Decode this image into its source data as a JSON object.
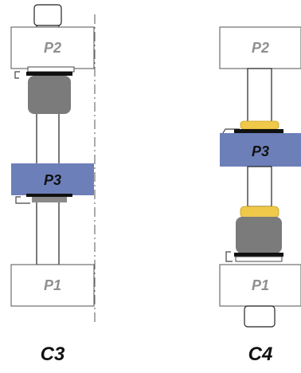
{
  "colors": {
    "plate_fill": "#ffffff",
    "plate_stroke": "#6f6f6f",
    "plate_text": "#8f8f8f",
    "p3_fill": "#6d7fb9",
    "p3_text": "#111111",
    "cylinder": "#7b7b7b",
    "band": "#111111",
    "gold": "#f0c94a",
    "rod_fill": "#ffffff",
    "rod_stroke": "#222222"
  },
  "icons": {
    "plate": "rectangular-plate",
    "rod": "vertical-rod",
    "connector": "gray-cylinder-connector",
    "knurled": "gold-knurled-collar",
    "guide": "dash-dot-guide-line"
  },
  "configurations": [
    {
      "id": "C3",
      "caption": "C3",
      "plates": {
        "top": "P2",
        "middle": "P3",
        "bottom": "P1"
      }
    },
    {
      "id": "C4",
      "caption": "C4",
      "plates": {
        "top": "P2",
        "middle": "P3",
        "bottom": "P1"
      }
    }
  ]
}
